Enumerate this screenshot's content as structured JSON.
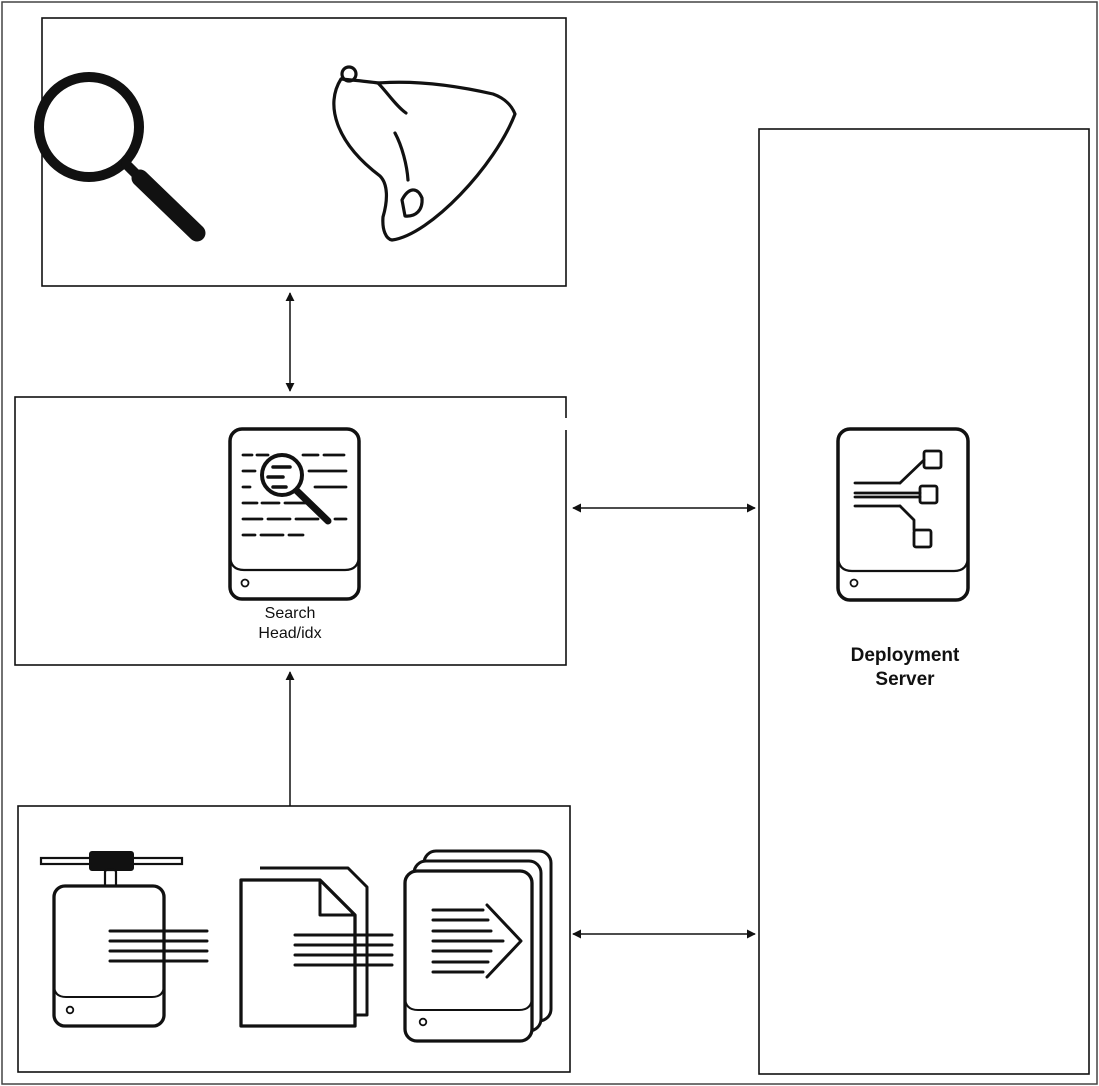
{
  "diagram": {
    "search_head": {
      "label_line1": "Search",
      "label_line2": "Head/idx"
    },
    "deployment_server": {
      "label_line1": "Deployment",
      "label_line2": "Server"
    },
    "icons": {
      "top_panel": [
        "search-icon",
        "bell-icon"
      ],
      "middle_panel": [
        "search-head-server-icon"
      ],
      "right_panel": [
        "deployment-server-icon"
      ],
      "bottom_panel": [
        "forwarder-server-icon",
        "log-file-icon",
        "indexer-stack-icon"
      ]
    },
    "colors": {
      "stroke": "#111111",
      "background": "#ffffff"
    }
  }
}
